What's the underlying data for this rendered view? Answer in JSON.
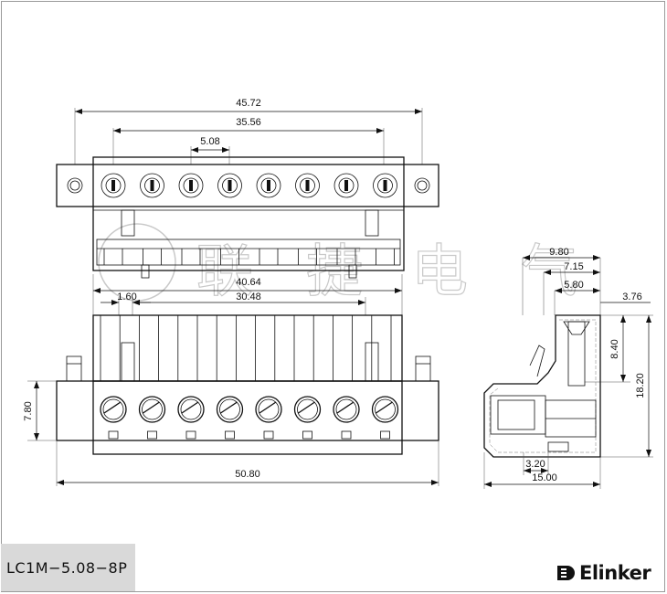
{
  "part_number": "LC1M−5.08−8P",
  "brand": {
    "name": "Elinker",
    "logo_icon": "elinker-logo-icon"
  },
  "watermark": {
    "chars": [
      "联",
      "捷",
      "电",
      "气"
    ]
  },
  "connector": {
    "pin_count": 8
  },
  "dimensions": {
    "top_overall": "45.72",
    "top_span": "35.56",
    "top_pitch": "5.08",
    "mid_span_a": "40.64",
    "mid_span_b": "30.48",
    "mid_small": "1.60",
    "front_height": "7.80",
    "front_width": "50.80",
    "side_980": "9.80",
    "side_715": "7.15",
    "side_580": "5.80",
    "side_376": "3.76",
    "side_840": "8.40",
    "side_1820": "18.20",
    "side_320": "3.20",
    "side_1500": "15.00"
  }
}
